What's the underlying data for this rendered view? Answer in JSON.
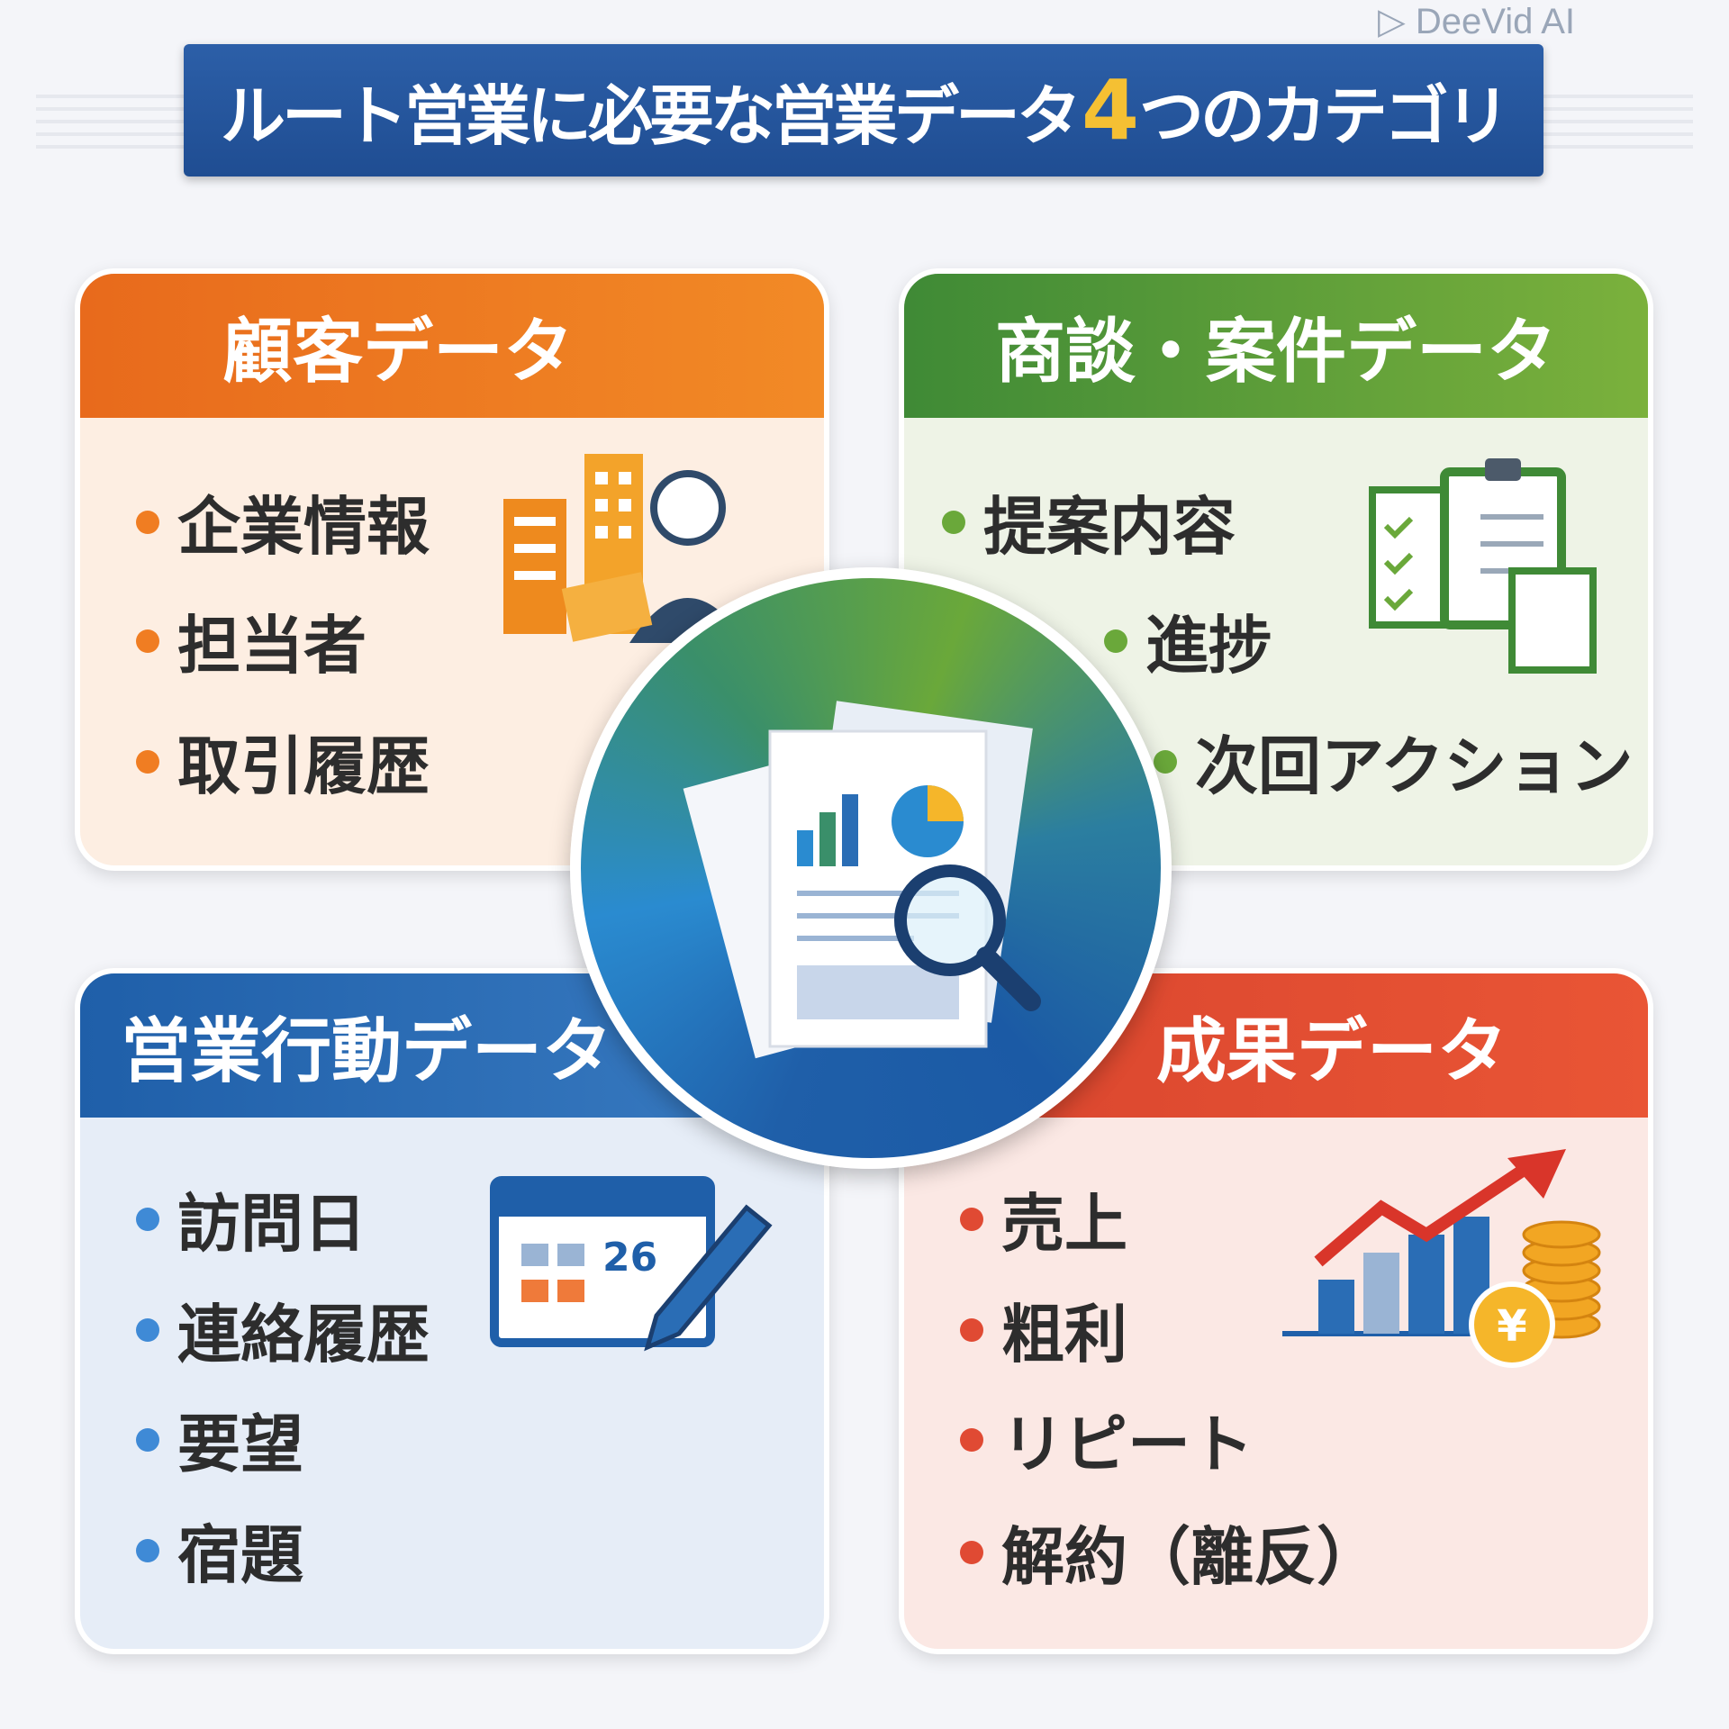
{
  "title": {
    "before": "ルート営業に必要な営業データ",
    "number": "4",
    "after": "つのカテゴリ"
  },
  "watermark": "DeeVid AI",
  "cards": [
    {
      "title": "顧客データ",
      "color": "#f07d22",
      "items": [
        "企業情報",
        "担当者",
        "取引履歴"
      ],
      "icon": "building-person-icon"
    },
    {
      "title": "商談・案件データ",
      "color": "#5a9a3a",
      "items": [
        "提案内容",
        "進捗",
        "次回アクション"
      ],
      "icon": "clipboard-checklist-icon"
    },
    {
      "title": "営業行動データ",
      "color": "#2a6db5",
      "items": [
        "訪問日",
        "連絡履歴",
        "要望",
        "宿題"
      ],
      "icon": "calendar-pencil-icon",
      "calendar_day": "26"
    },
    {
      "title": "成果データ",
      "color": "#e04a33",
      "items": [
        "売上",
        "粗利",
        "リピート",
        "解約（離反）"
      ],
      "icon": "chart-coins-icon",
      "currency": "¥"
    }
  ]
}
